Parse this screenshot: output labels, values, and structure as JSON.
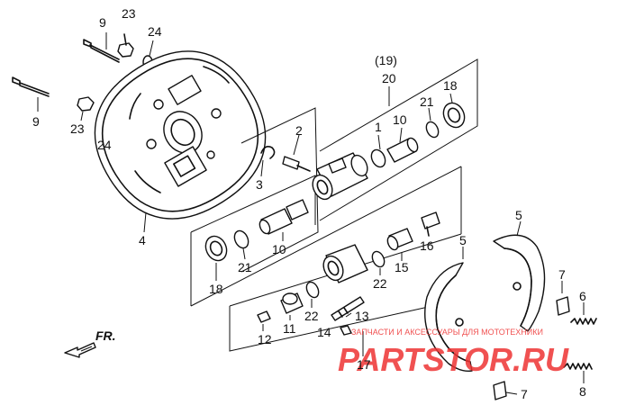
{
  "labels": {
    "top_9": "9",
    "top_23": "23",
    "top_24": "24",
    "left_9": "9",
    "left_23": "23",
    "left_24": "24",
    "plate_4": "4",
    "group_19": "(19)",
    "group_20": "20",
    "r_2": "2",
    "r_3": "3",
    "r_1": "1",
    "r_10a": "10",
    "r_21a": "21",
    "r_18a": "18",
    "m_10": "10",
    "m_21": "21",
    "m_18": "18",
    "m_16": "16",
    "m_15": "15",
    "m_22a": "22",
    "m_22b": "22",
    "m_11": "11",
    "m_13": "13",
    "m_12": "12",
    "m_14": "14",
    "m_17": "17",
    "shoe_5a": "5",
    "shoe_5b": "5",
    "p_7a": "7",
    "p_6": "6",
    "p_8": "8",
    "p_7b": "7",
    "fr": "FR."
  },
  "watermark": {
    "brand": "PARTSTOR.RU",
    "tagline": "ЗАПЧАСТИ И АКСЕССУАРЫ ДЛЯ МОТОТЕХНИКИ",
    "color": "#e33"
  }
}
